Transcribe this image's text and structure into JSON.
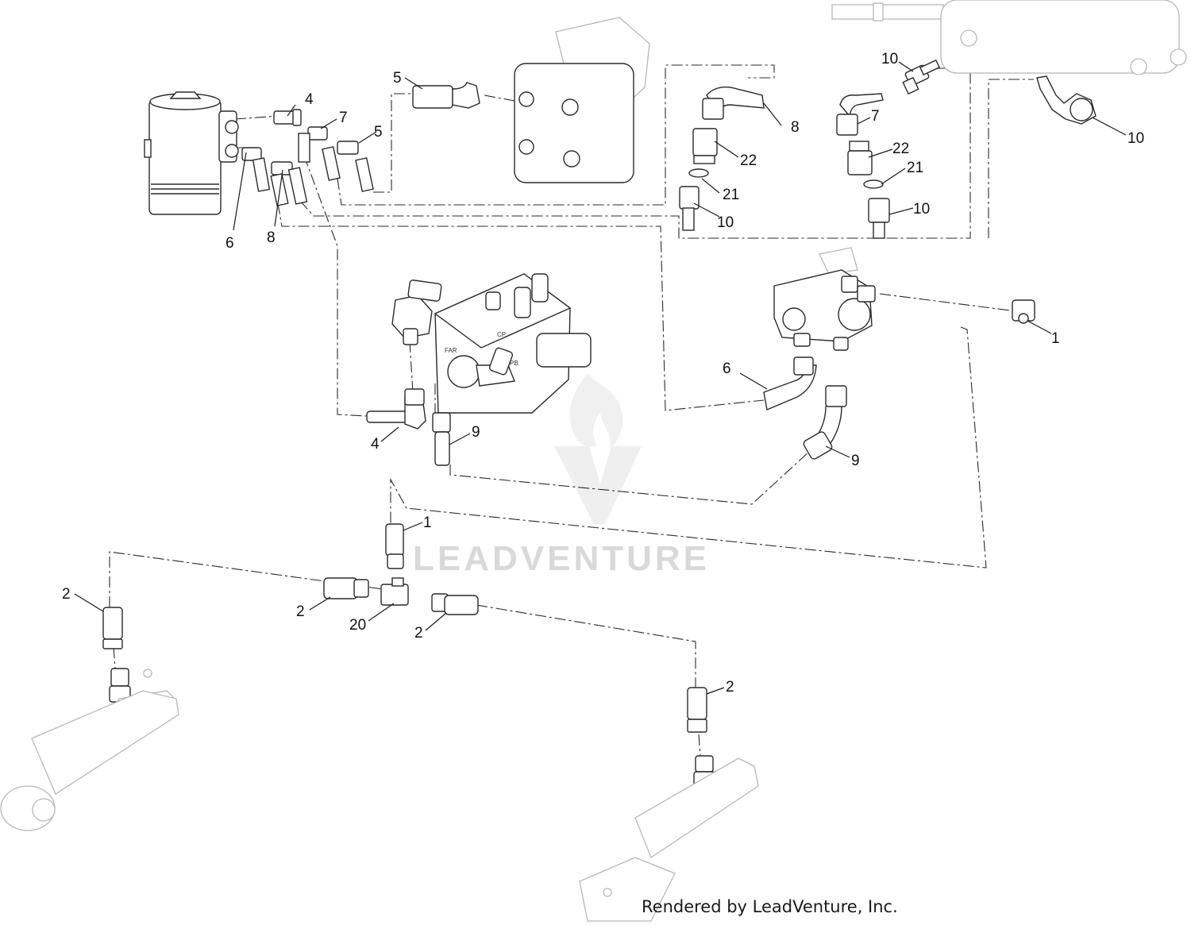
{
  "watermark": {
    "logo": "leadventure-flame-logo",
    "text": "LEADVENTURE"
  },
  "credit": "Rendered by LeadVenture, Inc.",
  "valve_markings": {
    "far": "FAR",
    "pb": "PB",
    "cp": "CP"
  },
  "callouts": [
    {
      "id": "c4a",
      "label": "4"
    },
    {
      "id": "c7a",
      "label": "7"
    },
    {
      "id": "c5a",
      "label": "5"
    },
    {
      "id": "c5b",
      "label": "5"
    },
    {
      "id": "c6a",
      "label": "6"
    },
    {
      "id": "c8a",
      "label": "8"
    },
    {
      "id": "c8b",
      "label": "8"
    },
    {
      "id": "c22a",
      "label": "22"
    },
    {
      "id": "c21a",
      "label": "21"
    },
    {
      "id": "c10a",
      "label": "10"
    },
    {
      "id": "c10b",
      "label": "10"
    },
    {
      "id": "c7b",
      "label": "7"
    },
    {
      "id": "c22b",
      "label": "22"
    },
    {
      "id": "c21b",
      "label": "21"
    },
    {
      "id": "c10c",
      "label": "10"
    },
    {
      "id": "c10d",
      "label": "10"
    },
    {
      "id": "c1a",
      "label": "1"
    },
    {
      "id": "c6b",
      "label": "6"
    },
    {
      "id": "c9a",
      "label": "9"
    },
    {
      "id": "c9b",
      "label": "9"
    },
    {
      "id": "c4b",
      "label": "4"
    },
    {
      "id": "c1b",
      "label": "1"
    },
    {
      "id": "c2a",
      "label": "2"
    },
    {
      "id": "c2b",
      "label": "2"
    },
    {
      "id": "c20",
      "label": "20"
    },
    {
      "id": "c2c",
      "label": "2"
    },
    {
      "id": "c2d",
      "label": "2"
    }
  ]
}
